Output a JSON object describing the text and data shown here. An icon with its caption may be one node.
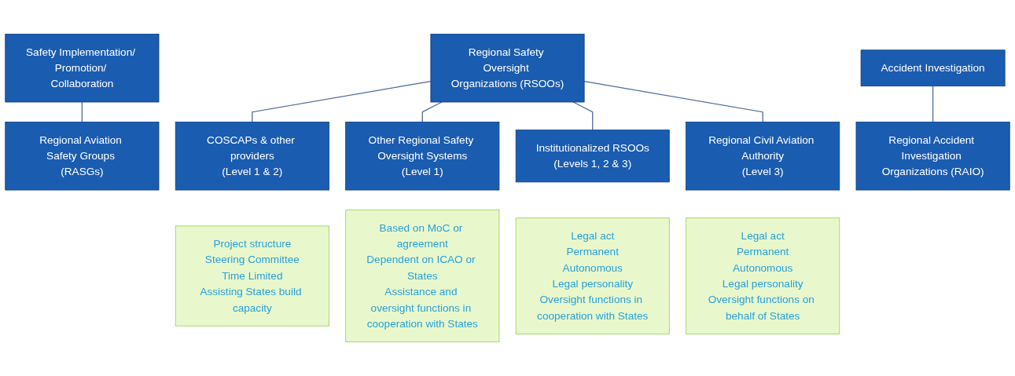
{
  "diagram": {
    "nodes": [
      {
        "text": [
          "Safety Implementation/ Promotion/ Collaboration"
        ]
      },
      {
        "text": [
          "Regional Safety Oversight Organizations (RSOOs)"
        ]
      },
      {
        "text": [
          "Accident Investigation"
        ]
      },
      {
        "text": [
          "Regional Aviation Safety Groups (RASGs)"
        ]
      },
      {
        "text": [
          "COSCAPs & other providers",
          "(Level 1 & 2)"
        ]
      },
      {
        "text": [
          "Other Regional Safety Oversight Systems",
          "(Level 1)"
        ]
      },
      {
        "text": [
          "Institutionalized RSOOs",
          "(Levels 1, 2 & 3)"
        ]
      },
      {
        "text": [
          "Regional Civil Aviation Authority",
          "(Level 3)"
        ]
      },
      {
        "text": [
          "Regional Accident Investigation Organizations (RAIO)"
        ]
      },
      {
        "text": [
          "Project structure",
          "Steering Committee",
          "Time Limited",
          "Assisting States build capacity"
        ]
      },
      {
        "text": [
          "Based on MoC or agreement",
          "Dependent on ICAO or States",
          "Assistance and oversight functions in cooperation with States"
        ]
      },
      {
        "text": [
          "Legal act",
          "Permanent",
          "Autonomous",
          "Legal personality",
          "Oversight functions in cooperation with States"
        ]
      },
      {
        "text": [
          "Legal act",
          "Permanent",
          "Autonomous",
          "Legal personality",
          "Oversight functions on behalf of States"
        ]
      }
    ],
    "edges": [
      {
        "from": 0,
        "to": 3,
        "arrow": "none"
      },
      {
        "from": 1,
        "to": 4,
        "arrow": "none"
      },
      {
        "from": 1,
        "to": 5,
        "arrow": "none"
      },
      {
        "from": 1,
        "to": 6,
        "arrow": "none"
      },
      {
        "from": 1,
        "to": 7,
        "arrow": "none"
      },
      {
        "from": 2,
        "to": 8,
        "arrow": "none"
      }
    ]
  }
}
